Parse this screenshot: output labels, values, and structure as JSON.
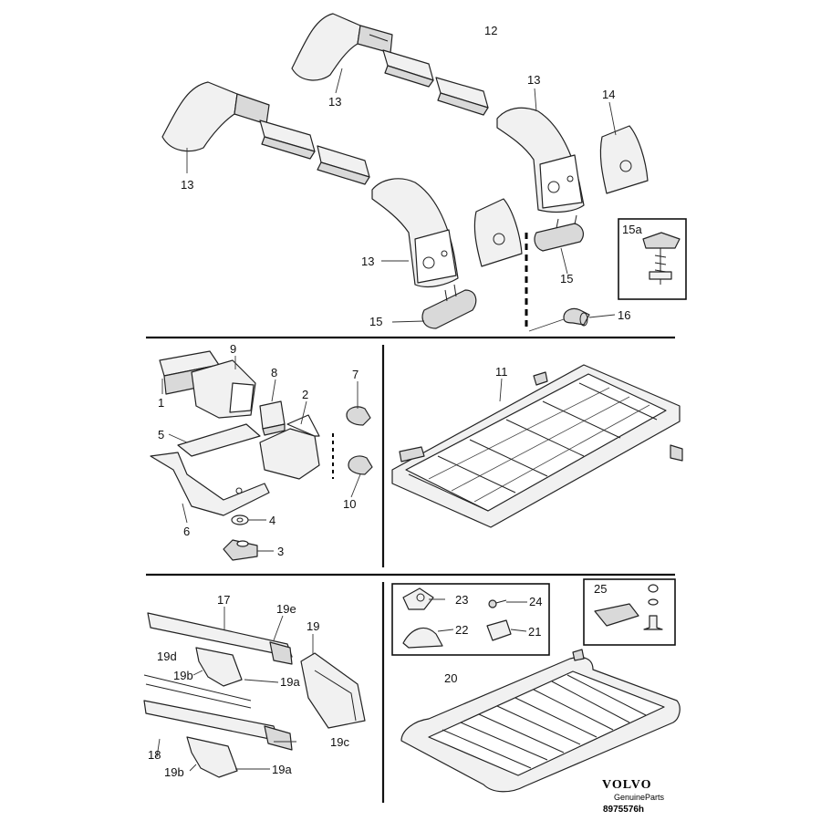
{
  "labels": {
    "l1": "1",
    "l2": "2",
    "l3": "3",
    "l4": "4",
    "l5": "5",
    "l6": "6",
    "l7": "7",
    "l8": "8",
    "l9": "9",
    "l10": "10",
    "l11": "11",
    "l12": "12",
    "l13a": "13",
    "l13b": "13",
    "l13c": "13",
    "l13d": "13",
    "l14": "14",
    "l15a": "15",
    "l15b": "15",
    "l15c": "15a",
    "l16": "16",
    "l17": "17",
    "l18": "18",
    "l19": "19",
    "l19a1": "19a",
    "l19a2": "19a",
    "l19b1": "19b",
    "l19b2": "19b",
    "l19c": "19c",
    "l19d": "19d",
    "l19e": "19e",
    "l20": "20",
    "l21": "21",
    "l22": "22",
    "l23": "23",
    "l24": "24",
    "l25": "25"
  },
  "brand": {
    "name": "VOLVO",
    "sub": "GenuineParts",
    "number": "8975576h"
  }
}
